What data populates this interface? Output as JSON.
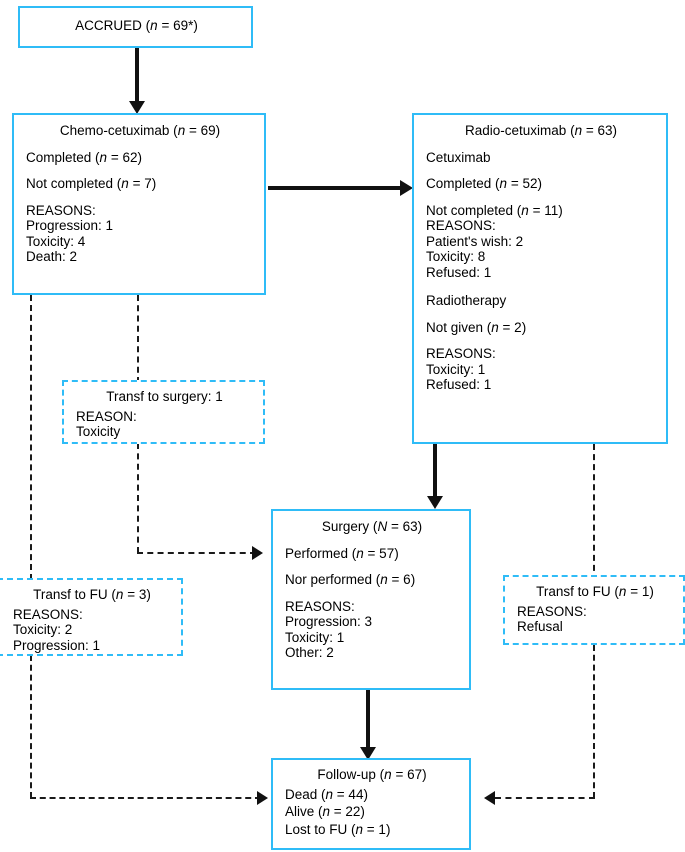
{
  "diagram": {
    "title": "CONSORT-style patient flow diagram",
    "accent_color": "#2fbcf7",
    "connector_color": "#111111",
    "background": "#ffffff"
  },
  "nodes": {
    "accrued": {
      "title": "ACCRUED (n = 69*)",
      "style": "solid"
    },
    "chemo": {
      "title": "Chemo-cetuximab (n = 69)",
      "lines": [
        "Completed (n = 62)",
        "Not completed (n = 7)",
        "REASONS:",
        "Progression: 1",
        "Toxicity: 4",
        "Death: 2"
      ],
      "style": "solid"
    },
    "radio": {
      "title": "Radio-cetuximab (n = 63)",
      "section1_head": "Cetuximab",
      "section1_lines": [
        "Completed (n = 52)",
        "Not completed (n = 11)",
        "REASONS:",
        "Patient's wish: 2",
        "Toxicity: 8",
        "Refused: 1"
      ],
      "section2_head": "Radiotherapy",
      "section2_lines": [
        "Not given (n = 2)",
        "REASONS:",
        "Toxicity: 1",
        "Refused: 1"
      ],
      "style": "solid"
    },
    "transf_surgery": {
      "title": "Transf to surgery: 1",
      "lines": [
        "REASON:",
        "Toxicity"
      ],
      "style": "dashed"
    },
    "surgery": {
      "title": "Surgery (N = 63)",
      "lines": [
        "Performed (n = 57)",
        "Nor performed (n = 6)",
        "REASONS:",
        "Progression: 3",
        "Toxicity: 1",
        "Other: 2"
      ],
      "style": "solid"
    },
    "transf_fu_left": {
      "title": "Transf to FU (n = 3)",
      "lines": [
        "REASONS:",
        "Toxicity: 2",
        "Progression: 1"
      ],
      "style": "dashed"
    },
    "transf_fu_right": {
      "title": "Transf to FU (n = 1)",
      "lines": [
        "REASONS:",
        "Refusal"
      ],
      "style": "dashed"
    },
    "followup": {
      "title": "Follow-up (n = 67)",
      "lines": [
        "Dead (n = 44)",
        "Alive (n = 22)",
        "Lost to FU (n = 1)"
      ],
      "style": "solid"
    }
  },
  "edges": [
    {
      "from": "accrued",
      "to": "chemo",
      "kind": "solid",
      "direction": "down"
    },
    {
      "from": "chemo",
      "to": "radio",
      "kind": "solid",
      "direction": "right"
    },
    {
      "from": "radio",
      "to": "surgery",
      "kind": "solid",
      "direction": "down"
    },
    {
      "from": "surgery",
      "to": "followup",
      "kind": "solid",
      "direction": "down"
    },
    {
      "from": "chemo",
      "to": "transf_surgery",
      "kind": "dashed",
      "direction": "down"
    },
    {
      "from": "transf_surgery",
      "to": "surgery",
      "kind": "dashed",
      "direction": "down-right"
    },
    {
      "from": "chemo",
      "to": "transf_fu_left",
      "kind": "dashed",
      "direction": "down"
    },
    {
      "from": "transf_fu_left",
      "to": "followup",
      "kind": "dashed",
      "direction": "down-right"
    },
    {
      "from": "radio",
      "to": "transf_fu_right",
      "kind": "dashed",
      "direction": "down"
    },
    {
      "from": "transf_fu_right",
      "to": "followup",
      "kind": "dashed",
      "direction": "down-left"
    }
  ]
}
